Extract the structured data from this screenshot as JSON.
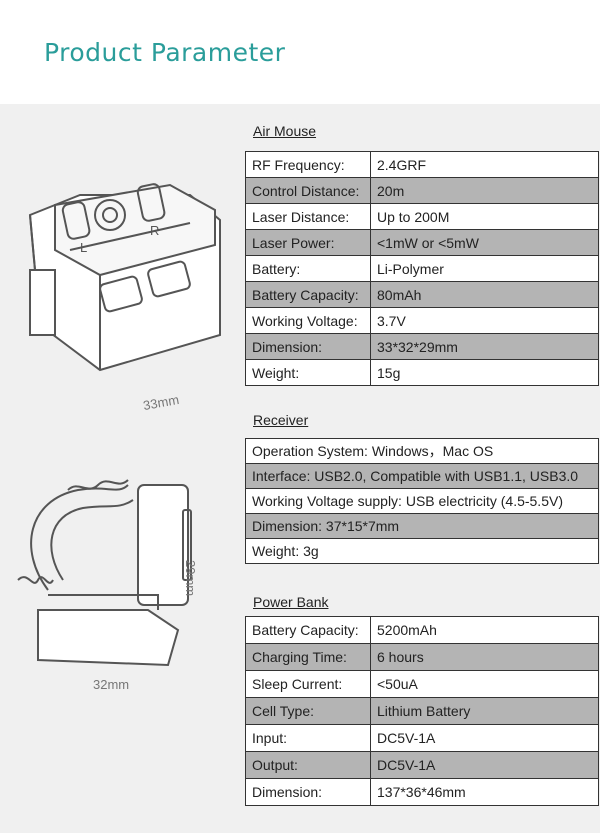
{
  "page_title": "Product Parameter",
  "dimension_labels": {
    "top_width": "33mm",
    "height": "29mm",
    "bottom_width": "32mm"
  },
  "button_marks": {
    "left": "L",
    "right": "R"
  },
  "air_mouse": {
    "title": "Air Mouse",
    "rows": [
      {
        "label": "RF Frequency:",
        "value": "2.4GRF"
      },
      {
        "label": "Control Distance:",
        "value": "20m"
      },
      {
        "label": "Laser Distance:",
        "value": "Up to 200M"
      },
      {
        "label": "Laser Power:",
        "value": "<1mW or <5mW"
      },
      {
        "label": "Battery:",
        "value": "Li-Polymer"
      },
      {
        "label": "Battery Capacity:",
        "value": "80mAh"
      },
      {
        "label": "Working Voltage:",
        "value": "3.7V"
      },
      {
        "label": "Dimension:",
        "value": "33*32*29mm"
      },
      {
        "label": "Weight:",
        "value": "15g"
      }
    ]
  },
  "receiver": {
    "title": "Receiver",
    "rows": [
      "Operation System: Windows，Mac OS",
      "Interface: USB2.0, Compatible with USB1.1, USB3.0",
      "Working Voltage supply: USB electricity (4.5-5.5V)",
      "Dimension: 37*15*7mm",
      "Weight: 3g"
    ]
  },
  "power_bank": {
    "title": "Power Bank",
    "rows": [
      {
        "label": "Battery Capacity:",
        "value": "5200mAh"
      },
      {
        "label": "Charging Time:",
        "value": "6 hours"
      },
      {
        "label": "Sleep Current:",
        "value": "<50uA"
      },
      {
        "label": "Cell Type:",
        "value": "Lithium Battery"
      },
      {
        "label": "Input:",
        "value": "DC5V-1A"
      },
      {
        "label": "Output:",
        "value": "DC5V-1A"
      },
      {
        "label": "Dimension:",
        "value": "137*36*46mm"
      }
    ]
  },
  "colors": {
    "title": "#2a9d9a",
    "panel": "#f0f0f0",
    "alt_row": "#b4b4b4"
  }
}
